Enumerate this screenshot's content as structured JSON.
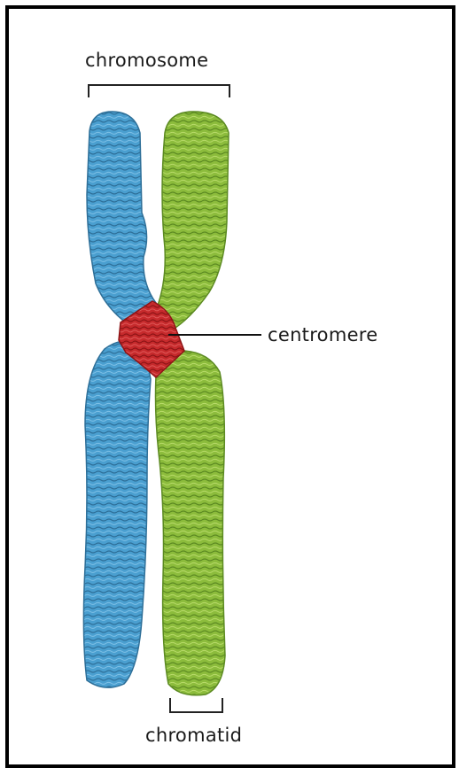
{
  "labels": {
    "chromosome": "chromosome",
    "centromere": "centromere",
    "chromatid": "chromatid"
  },
  "colors": {
    "left_chromatid": "#4a9fd0",
    "right_chromatid": "#8cbc3c",
    "centromere": "#c62a2c",
    "frame": "#000000"
  }
}
